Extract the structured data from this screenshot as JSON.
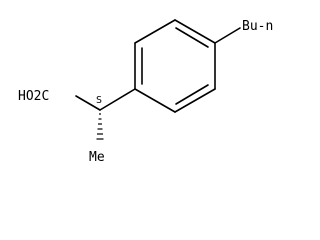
{
  "molecule": {
    "labels": {
      "butyl": "Bu-n",
      "carboxyl": "HO2C",
      "stereo": "S",
      "methyl": "Me"
    },
    "colors": {
      "bond": "#000000",
      "text": "#000000",
      "background": "#ffffff"
    }
  }
}
